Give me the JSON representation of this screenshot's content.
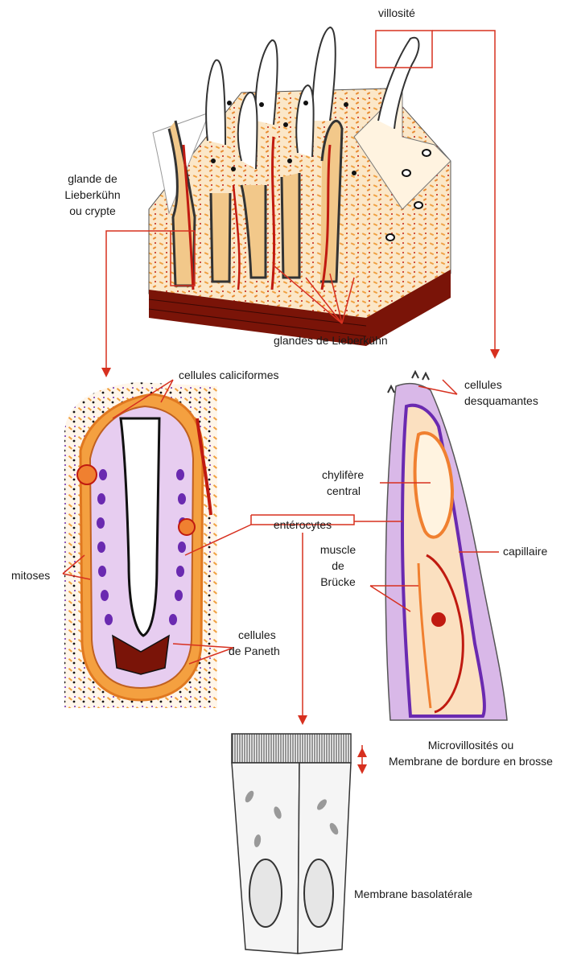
{
  "labels": {
    "villosite": "villosité",
    "glande_l1": "glande de",
    "glande_l2": "Lieberkühn",
    "glande_l3": "ou crypte",
    "glandes": "glandes de Lieberkühn",
    "caliciformes": "cellules caliciformes",
    "desq_l1": "cellules",
    "desq_l2": "desquamantes",
    "chylifere_l1": "chylifère",
    "chylifere_l2": "central",
    "enterocytes": "entérocytes",
    "capillaire": "capillaire",
    "mitoses": "mitoses",
    "muscle_l1": "muscle",
    "muscle_l2": "de",
    "muscle_l3": "Brücke",
    "paneth_l1": "cellules",
    "paneth_l2": "de Paneth",
    "microvil_l1": "Microvillosités ou",
    "microvil_l2": "Membrane de bordure en brosse",
    "basolat": "Membrane basolatérale"
  },
  "colors": {
    "leader": "#d7301f",
    "tissue_orange": "#f0a040",
    "blood_red": "#c01a10",
    "muscularis": "#7a1408",
    "nuclei_purple": "#6a2ab0",
    "cytoplasm_lilac": "#d9b8e8",
    "epithelium_gray": "#444444"
  }
}
